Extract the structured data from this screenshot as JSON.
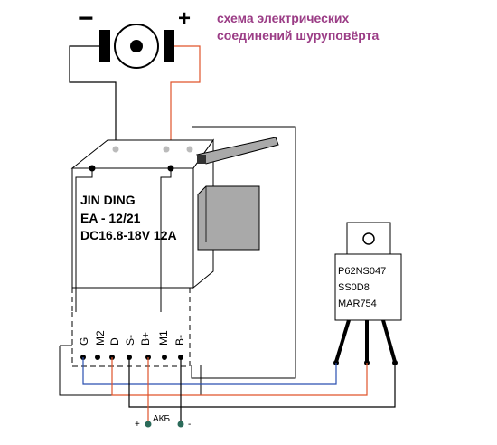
{
  "title": {
    "line1": "схема электрических",
    "line2": "соединений шуруповёрта"
  },
  "motor": {
    "minus": "−",
    "plus": "+"
  },
  "switch": {
    "line1": "JIN DING",
    "line2": "EA - 12/21",
    "line3": "DC16.8-18V 12A",
    "pins": [
      "G",
      "M2",
      "D",
      "S-",
      "B+",
      "M1",
      "B-"
    ]
  },
  "transistor": {
    "line1": "P62NS047",
    "line2": "SS0D8",
    "line3": "MAR754"
  },
  "battery": {
    "plus": "+",
    "label": "АКБ",
    "minus": "-"
  },
  "colors": {
    "wire_black": "#000000",
    "wire_red": "#e0532b",
    "wire_blue": "#2a4fb0",
    "title": "#9b3d86",
    "block_gray": "#a9a9a9",
    "body_white": "#ffffff"
  }
}
